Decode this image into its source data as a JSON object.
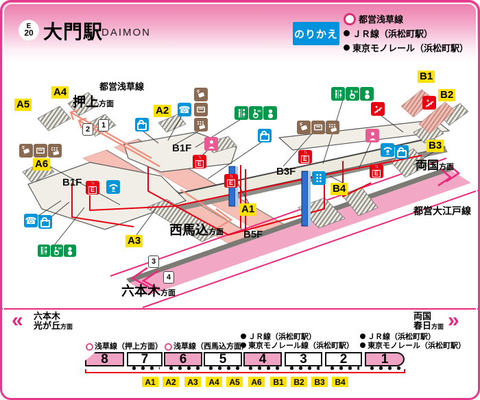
{
  "header": {
    "line_badge": {
      "letter": "E",
      "number": "20"
    },
    "station_name": "大門駅",
    "station_name_en": "DAIMON",
    "transfer_label": "のりかえ",
    "transfer_lines": [
      {
        "name": "都営浅草線"
      },
      {
        "name": "ＪＲ線（浜松町駅）"
      },
      {
        "name": "東京モノレール（浜松町駅）"
      }
    ]
  },
  "map": {
    "asakusa_line": "都営浅草線",
    "oedo_line": "都営大江戸線",
    "dir_oshiage": "押上",
    "dir_nishimagome": "西馬込",
    "dir_roppongi": "六本木",
    "dir_ryogoku": "両国",
    "suffix_homen": "方面",
    "floors": {
      "b1f_left": "B1F",
      "b1f_upper": "B1F",
      "b3f": "B3F",
      "b5f": "B5F"
    },
    "exits": {
      "a1": "A1",
      "a2": "A2",
      "a3": "A3",
      "a4": "A4",
      "a5": "A5",
      "a6": "A6",
      "b1": "B1",
      "b2": "B2",
      "b3": "B3",
      "b4": "B4"
    },
    "track_numbers": {
      "n1": "1",
      "n2": "2",
      "n3": "3",
      "n4": "4"
    }
  },
  "bottom": {
    "left_dir": {
      "line1": "六本木",
      "line2": "光が丘",
      "suffix": "方面"
    },
    "right_dir": {
      "line1": "両国",
      "line2": "春日",
      "suffix": "方面"
    },
    "car_labels": {
      "asakusa_oshiage": "浅草線（押上方面）",
      "asakusa_nishimagome": "浅草線（西馬込方面）",
      "jr_1": "ＪＲ線（浜松町駅）",
      "monorail_1": "東京モノレール線（浜松町駅）",
      "jr_2": "ＪＲ線（浜松町駅）",
      "monorail_2": "東京モノレール（浜松町駅）"
    },
    "cars": [
      {
        "number": "8",
        "highlight": true
      },
      {
        "number": "7",
        "highlight": false
      },
      {
        "number": "6",
        "highlight": true
      },
      {
        "number": "5",
        "highlight": false
      },
      {
        "number": "4",
        "highlight": true
      },
      {
        "number": "3",
        "highlight": false
      },
      {
        "number": "2",
        "highlight": false
      },
      {
        "number": "1",
        "highlight": true
      }
    ],
    "exit_row": [
      "A1",
      "A2",
      "A3",
      "A4",
      "A5",
      "A6",
      "B1",
      "B2",
      "B3",
      "B4"
    ]
  },
  "icons": {
    "phone_glyph": "☎",
    "elevator_arrows": "↑↓",
    "elevator_letter": "E",
    "wc": "WC"
  },
  "colors": {
    "frame_pink": "#e5398d",
    "label_yellow": "#ffe100",
    "route_red": "#e60012",
    "icon_blue": "#0095d9",
    "icon_green": "#00984a",
    "icon_brown": "#8a6a50",
    "icon_pink": "#e75b92",
    "platform_salmon": "#f6beb4",
    "oedo_pink": "#f2a7c5",
    "line_magenta": "#ea2a7c"
  }
}
